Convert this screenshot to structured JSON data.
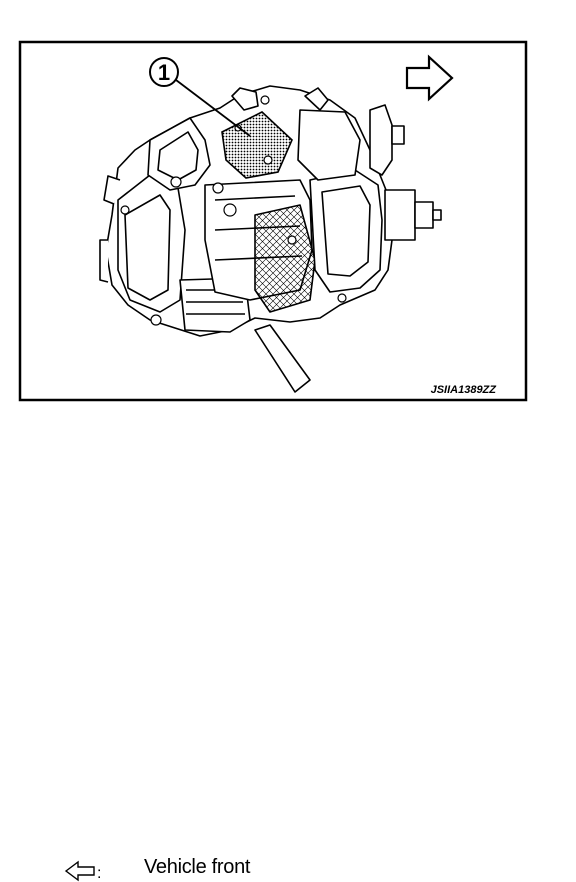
{
  "figure": {
    "callout_number": "1",
    "image_code": "JSIIA1389ZZ",
    "icons": [
      "front-arrow-icon",
      "callout-circle-icon"
    ]
  },
  "legend": {
    "separator": ":",
    "label": "Vehicle front",
    "icon": "hollow-arrow-left-icon"
  }
}
